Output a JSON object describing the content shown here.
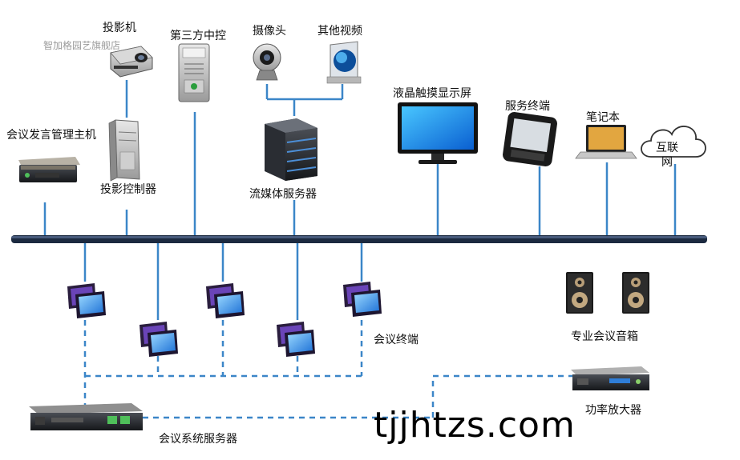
{
  "watermark_top": "智加格园艺旗舰店",
  "watermark_bottom": "tjjhtzs.com",
  "labels": {
    "projector": "投影机",
    "third_party": "第三方中控",
    "camera": "摄像头",
    "other_video": "其他视频",
    "meeting_host": "会议发言管理主机",
    "projector_ctrl": "投影控制器",
    "stream_server": "流媒体服务器",
    "lcd_touch": "液晶触摸显示屏",
    "service_terminal": "服务终端",
    "laptop": "笔记本",
    "internet": "互联网",
    "meeting_terminal": "会议终端",
    "speakers": "专业会议音箱",
    "amplifier": "功率放大器",
    "system_server": "会议系统服务器"
  },
  "colors": {
    "bus": "#1c2a40",
    "link": "#3b86c8"
  }
}
